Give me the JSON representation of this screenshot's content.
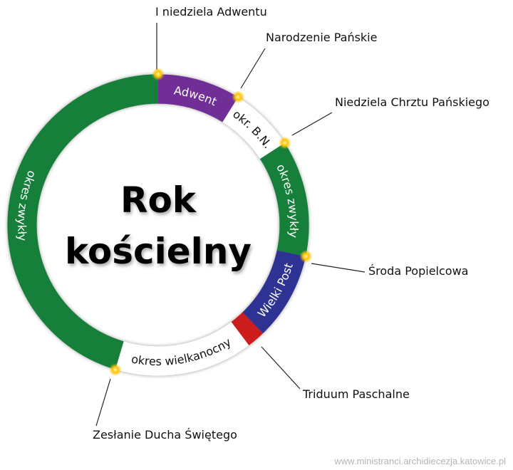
{
  "title": {
    "line1": "Rok",
    "line2": "kościelny"
  },
  "segments": [
    {
      "id": "adwent",
      "label": "Adwent",
      "color": "#6f2f96",
      "text_color": "#ffffff"
    },
    {
      "id": "okres-bn",
      "label": "okr. B.N.",
      "color": "#ffffff",
      "text_color": "#111111"
    },
    {
      "id": "okres-zwykly-1",
      "label": "okres zwykły",
      "color": "#13803a",
      "text_color": "#ffffff"
    },
    {
      "id": "wielki-post",
      "label": "Wielki Post",
      "color": "#2e3192",
      "text_color": "#ffffff"
    },
    {
      "id": "triduum",
      "label": "",
      "color": "#cc1f1a",
      "text_color": "#ffffff"
    },
    {
      "id": "okres-wielkanocny",
      "label": "okres wielkanocny",
      "color": "#ffffff",
      "text_color": "#111111"
    },
    {
      "id": "okres-zwykly-2",
      "label": "okres zwykły",
      "color": "#13803a",
      "text_color": "#ffffff"
    }
  ],
  "callouts": [
    {
      "id": "i-niedziela-adwentu",
      "label": "I niedziela Adwentu"
    },
    {
      "id": "narodzenie-panskie",
      "label": "Narodzenie Pańskie"
    },
    {
      "id": "niedziela-chrztu",
      "label": "Niedziela Chrztu Pańskiego"
    },
    {
      "id": "sroda-popielcowa",
      "label": "Środa Popielcowa"
    },
    {
      "id": "triduum-paschalne",
      "label": "Triduum Paschalne"
    },
    {
      "id": "zeslanie-ducha",
      "label": "Zesłanie Ducha Świętego"
    }
  ],
  "marker_color": "#ffc400",
  "watermark": "www.ministranci.archidiecezja.katowice.pl"
}
